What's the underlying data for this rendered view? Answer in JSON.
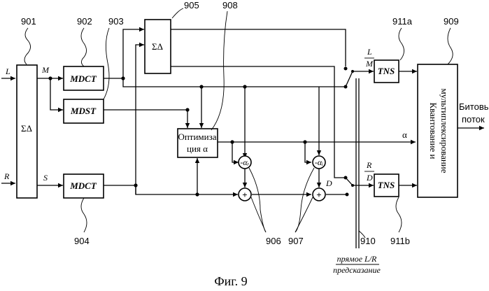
{
  "blocks": {
    "sigma_delta_main": "ΣΔ",
    "sigma_delta_small": "ΣΔ",
    "mdct_top": "MDCT",
    "mdst": "MDST",
    "mdct_bottom": "MDCT",
    "optim_line1": "Оптимиза",
    "optim_line2": "ция α",
    "tns_top": "TNS",
    "tns_bottom": "TNS",
    "quant_line1": "Квантование и",
    "quant_line2": "мультиплексирование"
  },
  "refs": {
    "r901": "901",
    "r902": "902",
    "r903": "903",
    "r905": "905",
    "r908": "908",
    "r911a": "911a",
    "r909": "909",
    "r904": "904",
    "r906": "906",
    "r907": "907",
    "r910": "910",
    "r911b": "911b"
  },
  "signals": {
    "L": "L",
    "R": "R",
    "M": "M",
    "S": "S",
    "D": "D",
    "alpha": "α",
    "neg_alpha_r": "-αᵣ",
    "neg_alpha_i": "-αᵢ",
    "lm_num": "L",
    "lm_den": "M",
    "rd_num": "R",
    "rd_den": "D",
    "plus": "+"
  },
  "output": {
    "line1": "Битовый",
    "line2": "поток"
  },
  "switch_label": {
    "top": "прямое L/R",
    "bottom": "предсказание"
  },
  "caption": "Фиг. 9"
}
